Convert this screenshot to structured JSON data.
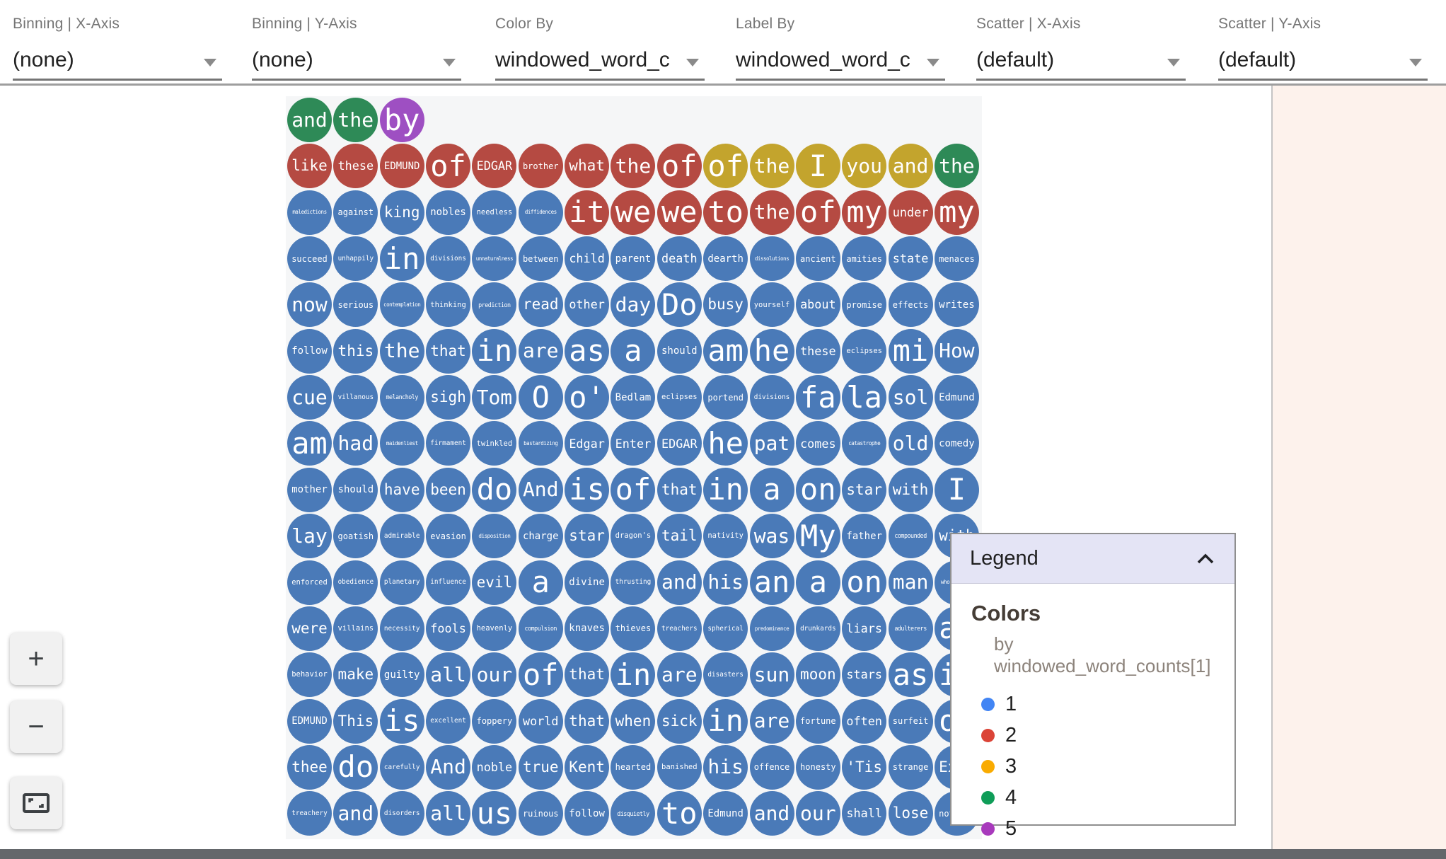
{
  "toolbar": {
    "fields": [
      {
        "label": "Binning | X-Axis",
        "value": "(none)"
      },
      {
        "label": "Binning | Y-Axis",
        "value": "(none)"
      },
      {
        "label": "Color By",
        "value": "windowed_word_c"
      },
      {
        "label": "Label By",
        "value": "windowed_word_c"
      },
      {
        "label": "Scatter | X-Axis",
        "value": "(default)"
      },
      {
        "label": "Scatter | Y-Axis",
        "value": "(default)"
      }
    ]
  },
  "zoom_controls": {
    "zoom_in": "+",
    "zoom_out": "−",
    "fit": "fit-to-screen"
  },
  "legend": {
    "title": "Legend",
    "section_title": "Colors",
    "subtitle": "by windowed_word_counts[1]",
    "entries": [
      {
        "label": "1",
        "color": "#4285f4"
      },
      {
        "label": "2",
        "color": "#db4437"
      },
      {
        "label": "3",
        "color": "#f9ab00"
      },
      {
        "label": "4",
        "color": "#0f9d58"
      },
      {
        "label": "5",
        "color": "#a83abc"
      }
    ]
  },
  "colors": {
    "bubble_palette": {
      "b": "#4a7ab8",
      "r": "#b54a42",
      "y": "#c3a42d",
      "g": "#2e8a57",
      "p": "#9e4fc2"
    },
    "grid_bg": "#f5f6f7",
    "legend_header_bg": "#e4e4f5",
    "right_panel_bg": "#fdf2ec",
    "bottom_bar": "#64676b"
  },
  "chart_data": {
    "type": "scatter",
    "subtype": "word-bubble-grid",
    "color_by": "windowed_word_counts[1]",
    "label_by": "windowed_word_counts[1]",
    "legend_values": [
      1,
      2,
      3,
      4,
      5
    ],
    "rows": [
      [
        [
          "and",
          "g"
        ],
        [
          "the",
          "g"
        ],
        [
          "by",
          "p"
        ]
      ],
      [
        [
          "like",
          "r"
        ],
        [
          "these",
          "r"
        ],
        [
          "EDMUND",
          "r"
        ],
        [
          "of",
          "r"
        ],
        [
          "EDGAR",
          "r"
        ],
        [
          "brother",
          "r"
        ],
        [
          "what",
          "r"
        ],
        [
          "the",
          "r"
        ],
        [
          "of",
          "r"
        ],
        [
          "of",
          "y"
        ],
        [
          "the",
          "y"
        ],
        [
          "I",
          "y"
        ],
        [
          "you",
          "y"
        ],
        [
          "and",
          "y"
        ],
        [
          "the",
          "g"
        ]
      ],
      [
        [
          "maledictions",
          "b"
        ],
        [
          "against",
          "b"
        ],
        [
          "king",
          "b"
        ],
        [
          "nobles",
          "b"
        ],
        [
          "needless",
          "b"
        ],
        [
          "diffidences",
          "b"
        ],
        [
          "it",
          "r"
        ],
        [
          "we",
          "r"
        ],
        [
          "we",
          "r"
        ],
        [
          "to",
          "r"
        ],
        [
          "the",
          "r"
        ],
        [
          "of",
          "r"
        ],
        [
          "my",
          "r"
        ],
        [
          "under",
          "r"
        ],
        [
          "my",
          "r"
        ]
      ],
      [
        [
          "succeed",
          "b"
        ],
        [
          "unhappily",
          "b"
        ],
        [
          "in",
          "b"
        ],
        [
          "divisions",
          "b"
        ],
        [
          "unnaturalness",
          "b"
        ],
        [
          "between",
          "b"
        ],
        [
          "child",
          "b"
        ],
        [
          "parent",
          "b"
        ],
        [
          "death",
          "b"
        ],
        [
          "dearth",
          "b"
        ],
        [
          "dissolutions",
          "b"
        ],
        [
          "ancient",
          "b"
        ],
        [
          "amities",
          "b"
        ],
        [
          "state",
          "b"
        ],
        [
          "menaces",
          "b"
        ]
      ],
      [
        [
          "now",
          "b"
        ],
        [
          "serious",
          "b"
        ],
        [
          "contemplation",
          "b"
        ],
        [
          "thinking",
          "b"
        ],
        [
          "prediction",
          "b"
        ],
        [
          "read",
          "b"
        ],
        [
          "other",
          "b"
        ],
        [
          "day",
          "b"
        ],
        [
          "Do",
          "b"
        ],
        [
          "busy",
          "b"
        ],
        [
          "yourself",
          "b"
        ],
        [
          "about",
          "b"
        ],
        [
          "promise",
          "b"
        ],
        [
          "effects",
          "b"
        ],
        [
          "writes",
          "b"
        ]
      ],
      [
        [
          "follow",
          "b"
        ],
        [
          "this",
          "b"
        ],
        [
          "the",
          "b"
        ],
        [
          "that",
          "b"
        ],
        [
          "in",
          "b"
        ],
        [
          "are",
          "b"
        ],
        [
          "as",
          "b"
        ],
        [
          "a",
          "b"
        ],
        [
          "should",
          "b"
        ],
        [
          "am",
          "b"
        ],
        [
          "he",
          "b"
        ],
        [
          "these",
          "b"
        ],
        [
          "eclipses",
          "b"
        ],
        [
          "mi",
          "b"
        ],
        [
          "How",
          "b"
        ]
      ],
      [
        [
          "cue",
          "b"
        ],
        [
          "villanous",
          "b"
        ],
        [
          "melancholy",
          "b"
        ],
        [
          "sigh",
          "b"
        ],
        [
          "Tom",
          "b"
        ],
        [
          "O",
          "b"
        ],
        [
          "o'",
          "b"
        ],
        [
          "Bedlam",
          "b"
        ],
        [
          "eclipses",
          "b"
        ],
        [
          "portend",
          "b"
        ],
        [
          "divisions",
          "b"
        ],
        [
          "fa",
          "b"
        ],
        [
          "la",
          "b"
        ],
        [
          "sol",
          "b"
        ],
        [
          "Edmund",
          "b"
        ]
      ],
      [
        [
          "am",
          "b"
        ],
        [
          "had",
          "b"
        ],
        [
          "maidenliest",
          "b"
        ],
        [
          "firmament",
          "b"
        ],
        [
          "twinkled",
          "b"
        ],
        [
          "bastardizing",
          "b"
        ],
        [
          "Edgar",
          "b"
        ],
        [
          "Enter",
          "b"
        ],
        [
          "EDGAR",
          "b"
        ],
        [
          "he",
          "b"
        ],
        [
          "pat",
          "b"
        ],
        [
          "comes",
          "b"
        ],
        [
          "catastrophe",
          "b"
        ],
        [
          "old",
          "b"
        ],
        [
          "comedy",
          "b"
        ]
      ],
      [
        [
          "mother",
          "b"
        ],
        [
          "should",
          "b"
        ],
        [
          "have",
          "b"
        ],
        [
          "been",
          "b"
        ],
        [
          "do",
          "b"
        ],
        [
          "And",
          "b"
        ],
        [
          "is",
          "b"
        ],
        [
          "of",
          "b"
        ],
        [
          "that",
          "b"
        ],
        [
          "in",
          "b"
        ],
        [
          "a",
          "b"
        ],
        [
          "on",
          "b"
        ],
        [
          "star",
          "b"
        ],
        [
          "with",
          "b"
        ],
        [
          "I",
          "b"
        ]
      ],
      [
        [
          "lay",
          "b"
        ],
        [
          "goatish",
          "b"
        ],
        [
          "admirable",
          "b"
        ],
        [
          "evasion",
          "b"
        ],
        [
          "disposition",
          "b"
        ],
        [
          "charge",
          "b"
        ],
        [
          "star",
          "b"
        ],
        [
          "dragon's",
          "b"
        ],
        [
          "tail",
          "b"
        ],
        [
          "nativity",
          "b"
        ],
        [
          "was",
          "b"
        ],
        [
          "My",
          "b"
        ],
        [
          "father",
          "b"
        ],
        [
          "compounded",
          "b"
        ],
        [
          "with",
          "b"
        ]
      ],
      [
        [
          "enforced",
          "b"
        ],
        [
          "obedience",
          "b"
        ],
        [
          "planetary",
          "b"
        ],
        [
          "influence",
          "b"
        ],
        [
          "evil",
          "b"
        ],
        [
          "a",
          "b"
        ],
        [
          "divine",
          "b"
        ],
        [
          "thrusting",
          "b"
        ],
        [
          "and",
          "b"
        ],
        [
          "his",
          "b"
        ],
        [
          "an",
          "b"
        ],
        [
          "a",
          "b"
        ],
        [
          "on",
          "b"
        ],
        [
          "man",
          "b"
        ],
        [
          "whoremaster",
          "b"
        ]
      ],
      [
        [
          "were",
          "b"
        ],
        [
          "villains",
          "b"
        ],
        [
          "necessity",
          "b"
        ],
        [
          "fools",
          "b"
        ],
        [
          "heavenly",
          "b"
        ],
        [
          "compulsion",
          "b"
        ],
        [
          "knaves",
          "b"
        ],
        [
          "thieves",
          "b"
        ],
        [
          "treachers",
          "b"
        ],
        [
          "spherical",
          "b"
        ],
        [
          "predominance",
          "b"
        ],
        [
          "drunkards",
          "b"
        ],
        [
          "liars",
          "b"
        ],
        [
          "adulterers",
          "b"
        ],
        [
          "an",
          "b"
        ]
      ],
      [
        [
          "behavior",
          "b"
        ],
        [
          "make",
          "b"
        ],
        [
          "guilty",
          "b"
        ],
        [
          "all",
          "b"
        ],
        [
          "our",
          "b"
        ],
        [
          "of",
          "b"
        ],
        [
          "that",
          "b"
        ],
        [
          "in",
          "b"
        ],
        [
          "are",
          "b"
        ],
        [
          "disasters",
          "b"
        ],
        [
          "sun",
          "b"
        ],
        [
          "moon",
          "b"
        ],
        [
          "stars",
          "b"
        ],
        [
          "as",
          "b"
        ],
        [
          "if",
          "b"
        ]
      ],
      [
        [
          "EDMUND",
          "b"
        ],
        [
          "This",
          "b"
        ],
        [
          "is",
          "b"
        ],
        [
          "excellent",
          "b"
        ],
        [
          "foppery",
          "b"
        ],
        [
          "world",
          "b"
        ],
        [
          "that",
          "b"
        ],
        [
          "when",
          "b"
        ],
        [
          "sick",
          "b"
        ],
        [
          "in",
          "b"
        ],
        [
          "are",
          "b"
        ],
        [
          "fortune",
          "b"
        ],
        [
          "often",
          "b"
        ],
        [
          "surfeit",
          "b"
        ],
        [
          "of",
          "b"
        ]
      ],
      [
        [
          "thee",
          "b"
        ],
        [
          "do",
          "b"
        ],
        [
          "carefully",
          "b"
        ],
        [
          "And",
          "b"
        ],
        [
          "noble",
          "b"
        ],
        [
          "true",
          "b"
        ],
        [
          "Kent",
          "b"
        ],
        [
          "hearted",
          "b"
        ],
        [
          "banished",
          "b"
        ],
        [
          "his",
          "b"
        ],
        [
          "offence",
          "b"
        ],
        [
          "honesty",
          "b"
        ],
        [
          "'Tis",
          "b"
        ],
        [
          "strange",
          "b"
        ],
        [
          "Exit",
          "b"
        ]
      ],
      [
        [
          "treachery",
          "b"
        ],
        [
          "and",
          "b"
        ],
        [
          "disorders",
          "b"
        ],
        [
          "all",
          "b"
        ],
        [
          "us",
          "b"
        ],
        [
          "ruinous",
          "b"
        ],
        [
          "follow",
          "b"
        ],
        [
          "disquietly",
          "b"
        ],
        [
          "to",
          "b"
        ],
        [
          "Edmund",
          "b"
        ],
        [
          "and",
          "b"
        ],
        [
          "our",
          "b"
        ],
        [
          "shall",
          "b"
        ],
        [
          "lose",
          "b"
        ],
        [
          "nothing",
          "b"
        ]
      ]
    ]
  }
}
